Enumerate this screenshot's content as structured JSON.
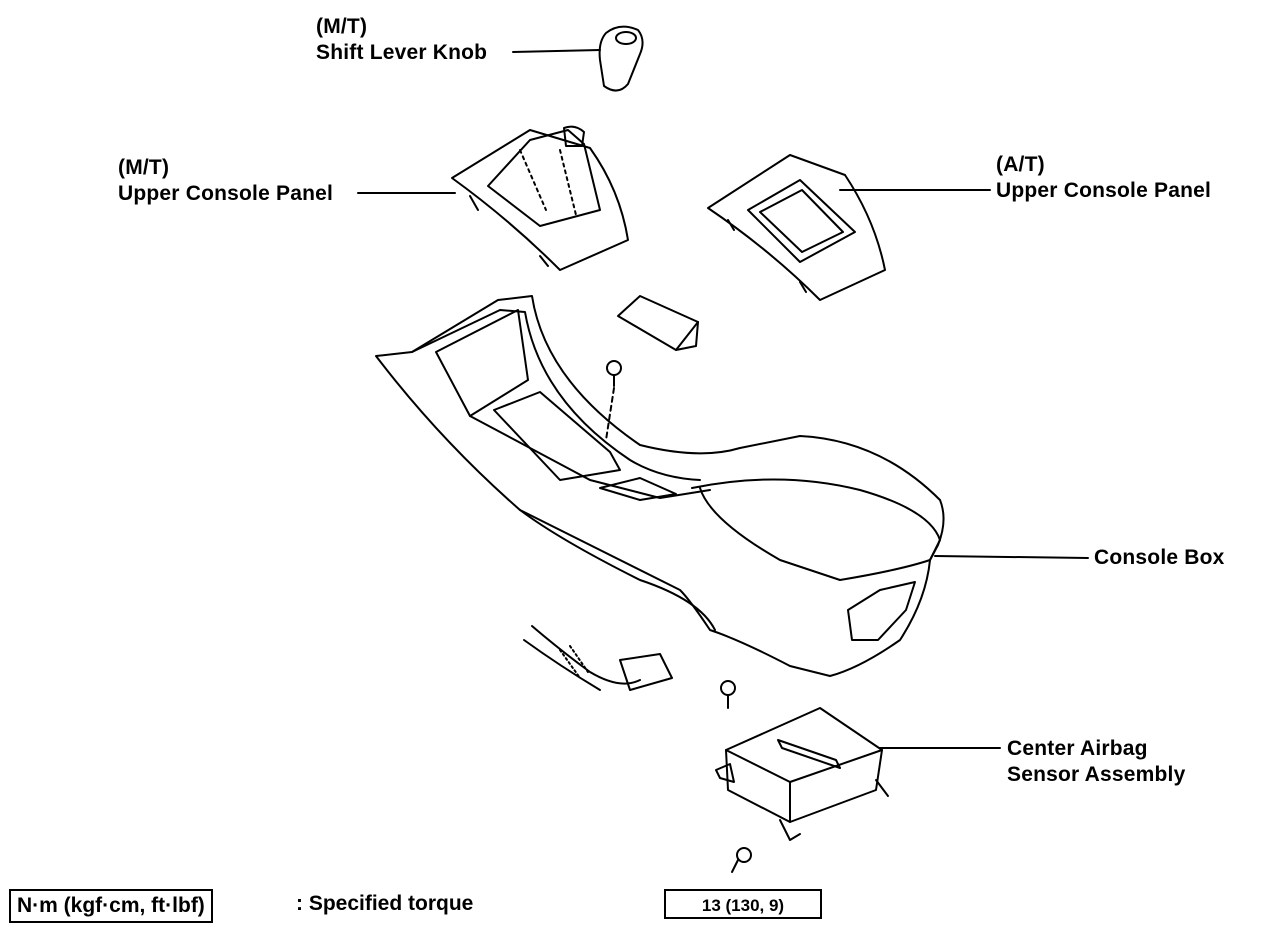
{
  "labels": {
    "knob": {
      "line1": "(M/T)",
      "line2": "Shift Lever Knob"
    },
    "mt_panel": {
      "line1": "(M/T)",
      "line2": "Upper Console Panel"
    },
    "at_panel": {
      "line1": "(A/T)",
      "line2": "Upper Console Panel"
    },
    "console_box": {
      "line1": "Console Box"
    },
    "airbag": {
      "line1": "Center Airbag",
      "line2": "Sensor Assembly"
    }
  },
  "legend": {
    "box_text": "N·m (kgf·cm, ft·lbf)",
    "description": ": Specified torque"
  },
  "torque": {
    "value": "13 (130, 9)"
  }
}
